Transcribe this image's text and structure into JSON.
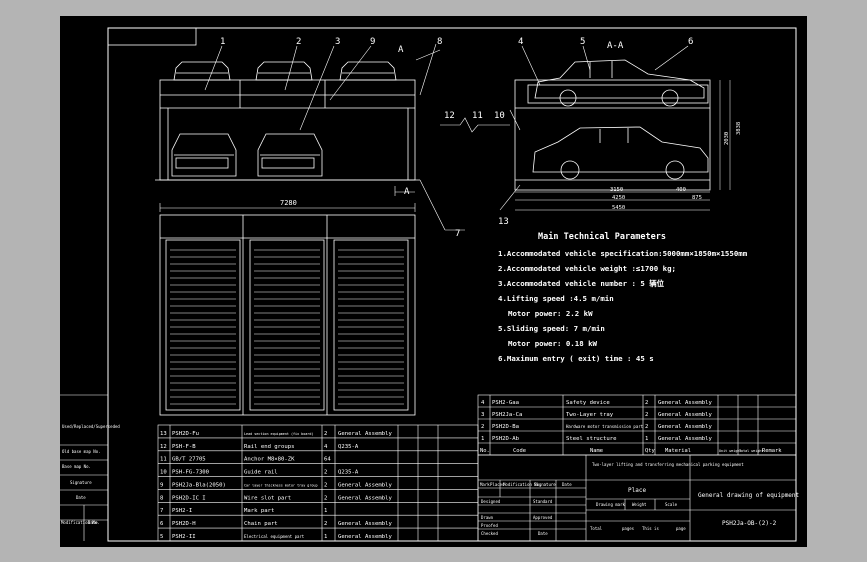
{
  "drawing": {
    "callouts_front": [
      "1",
      "2",
      "3",
      "9",
      "A",
      "8"
    ],
    "callouts_side": [
      "4",
      "5",
      "A-A",
      "6"
    ],
    "callouts_misc": [
      "12",
      "11",
      "10",
      "13",
      "7"
    ],
    "section_marker": "A",
    "dim_width": "7280",
    "dim_side": [
      "3150",
      "400",
      "875",
      "4250",
      "5450"
    ],
    "dim_height": [
      "2030",
      "3838"
    ]
  },
  "params": {
    "title": "Main Technical Parameters",
    "lines": [
      "1.Accommodated vehicle specification:5000mm×1850m×1550mm",
      "2.Accommodated vehicle weight :≤1700 kg;",
      "3.Accommodated vehicle number : 5 辆位",
      "4.Lifting speed :4.5 m/min",
      "Motor power: 2.2 kW",
      "5.Sliding speed: 7 m/min",
      "Motor power: 0.18 kW",
      "6.Maximum entry ( exit) time :  45 s"
    ]
  },
  "bom_right": {
    "rows": [
      [
        "4",
        "PSH2-Gaa",
        "Safety device",
        "2",
        "General Assembly"
      ],
      [
        "3",
        "PSH2Ja-Ca",
        "Two-Layer tray",
        "2",
        "General Assembly"
      ],
      [
        "2",
        "PSH2D-Ba",
        "Hardware motor transmission part",
        "2",
        "General Assembly"
      ],
      [
        "1",
        "PSH2D-Ab",
        "Steel structure",
        "1",
        "General Assembly"
      ]
    ],
    "header": [
      "No.",
      "Code",
      "Name",
      "Qty",
      "Material",
      "Unit weight",
      "Total weight",
      "Remark"
    ]
  },
  "bom_left": {
    "rows": [
      [
        "13",
        "PSH2D-Fu",
        "Lead section equipment (fix board)",
        "2",
        "General Assembly"
      ],
      [
        "12",
        "PSH-F-B",
        "Rail end groups",
        "4",
        "Q235-A"
      ],
      [
        "11",
        "GB/T 27705",
        "Anchor M8×80-ZK",
        "64",
        ""
      ],
      [
        "10",
        "PSH-FG-7300",
        "Guide rail",
        "2",
        "Q235-A"
      ],
      [
        "9",
        "PSH2Ja-Bla(2050)",
        "Car layer thickness motor tray group",
        "2",
        "General Assembly"
      ],
      [
        "8",
        "PSH2D-IC I",
        "Wire slot part",
        "2",
        "General Assembly"
      ],
      [
        "7",
        "PSH2-I",
        "Mark part",
        "1",
        ""
      ],
      [
        "6",
        "PSH2D-H",
        "Chain part",
        "2",
        "General Assembly"
      ],
      [
        "5",
        "PSH2-II",
        "Electrical equipment part",
        "1",
        "General Assembly"
      ]
    ]
  },
  "left_strip": [
    "Used/Replaced/Superseded",
    "Old base map No.",
    "Base map No.",
    "Signature",
    "Date",
    "Modification No.",
    "Date"
  ],
  "title_block": {
    "company": "Two-layer lifting and transferring mechanical parking equipment",
    "place": "Place",
    "drawing_title": "General drawing of equipment",
    "drawing_no": "PSH2Ja-OB-(2)-2",
    "labels": [
      "Mark",
      "Places",
      "Modification No.",
      "Signature",
      "Date",
      "Designed",
      "Standard",
      "Drawn",
      "Proofed",
      "Approved",
      "Checked",
      "Date",
      "Drawing mark",
      "Weight",
      "Scale",
      "Total",
      "pages",
      "This is",
      "page"
    ]
  },
  "colors": {
    "background": "#000000",
    "outer": "#b4b4b4",
    "lines": "#ffffff"
  }
}
